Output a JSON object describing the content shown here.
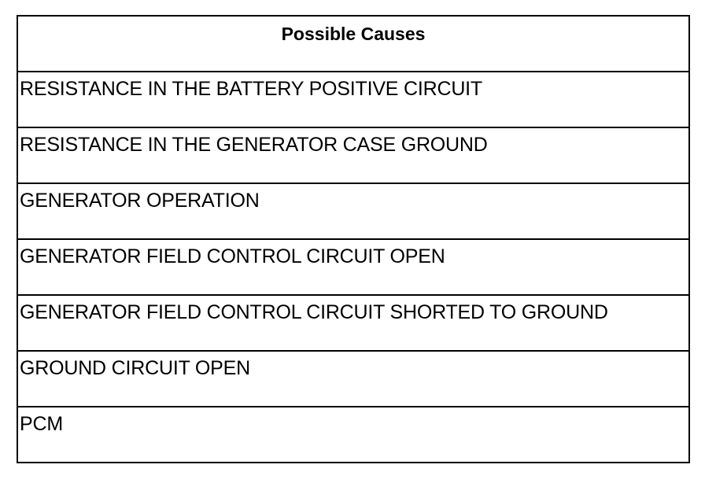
{
  "table": {
    "header": "Possible Causes",
    "rows": [
      "RESISTANCE IN THE BATTERY POSITIVE CIRCUIT",
      "RESISTANCE IN THE GENERATOR CASE GROUND",
      "GENERATOR OPERATION",
      "GENERATOR FIELD CONTROL CIRCUIT OPEN",
      "GENERATOR FIELD CONTROL CIRCUIT SHORTED TO GROUND",
      "GROUND CIRCUIT OPEN",
      "PCM"
    ]
  }
}
